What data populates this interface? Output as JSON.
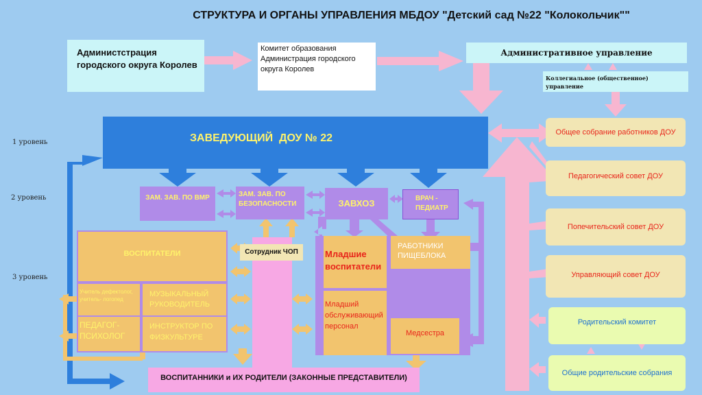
{
  "title": "СТРУКТУРА И ОРГАНЫ УПРАВЛЕНИЯ МБДОУ \"Детский сад №22 \"Колокольчик\"\"",
  "top": {
    "admin_city": "Администстрация городского округа Королев",
    "committee": "Комитет образования Администрация городского округа Королев",
    "admin_mgmt": "Административное управление",
    "collegial": "Коллегиальное (общественное) управление"
  },
  "levels": {
    "l1": "1 уровень",
    "l2": "2 уровень",
    "l3": "3 уровень"
  },
  "head": "ЗАВЕДУЮЩИЙ  ДОУ № 22",
  "deputies": {
    "vmr": "ЗАМ. ЗАВ. ПО ВМР",
    "security": "ЗАМ. ЗАВ. ПО БЕЗОПАСНОСТИ",
    "zavhoz": "ЗАВХОЗ",
    "doctor": "ВРАЧ - ПЕДИАТР"
  },
  "staff": {
    "educators": "ВОСПИТАТЕЛИ",
    "teacher_defect": "Учитель дефектолог, учитель- логопед",
    "music": "МУЗЫКАЛЬНЫЙ РУКОВОДИТЕЛЬ",
    "psych": "ПЕДАГОГ-ПСИХОЛОГ",
    "pe": "ИНСТРУКТОР ПО ФИЗКУЛЬТУРЕ",
    "chop": "Сотрудник ЧОП",
    "junior_edu": "Младшие воспитатели",
    "junior_service": "Младший обслуживающий персонал",
    "kitchen": "РАБОТНИКИ ПИЩЕБЛОКА",
    "nurse": "Медсестра"
  },
  "pupils": "ВОСПИТАННИКИ  и ИХ РОДИТЕЛИ (ЗАКОННЫЕ ПРЕДСТАВИТЕЛИ)",
  "councils": [
    "Общее собрание работников ДОУ",
    "Педагогический совет ДОУ",
    "Попечительский совет ДОУ",
    "Управляющий совет ДОУ",
    "Родительский комитет",
    "Общие родительские собрания"
  ],
  "colors": {
    "background": "#9ecbf0",
    "head_blue": "#2e7fdc",
    "lilac": "#b08be8",
    "orange": "#f2c46e",
    "pink": "#f7a8e4",
    "cyan_box": "#cbf5f8",
    "cream": "#f2e6b4",
    "lime": "#eafbb0",
    "red_text": "#e8241a",
    "blue_text": "#1b6fd1"
  }
}
